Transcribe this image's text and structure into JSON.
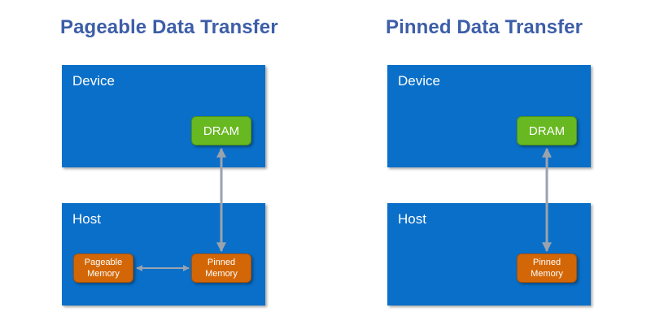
{
  "left": {
    "title": "Pageable Data Transfer",
    "device_label": "Device",
    "dram_label": "DRAM",
    "host_label": "Host",
    "pageable_label": "Pageable\nMemory",
    "pinned_label": "Pinned\nMemory"
  },
  "right": {
    "title": "Pinned Data Transfer",
    "device_label": "Device",
    "dram_label": "DRAM",
    "host_label": "Host",
    "pinned_label": "Pinned\nMemory"
  },
  "colors": {
    "title": "#3d5ea8",
    "panel": "#0a6fc8",
    "dram": "#68b821",
    "memory": "#d36707",
    "arrow": "#9aa3ad"
  }
}
